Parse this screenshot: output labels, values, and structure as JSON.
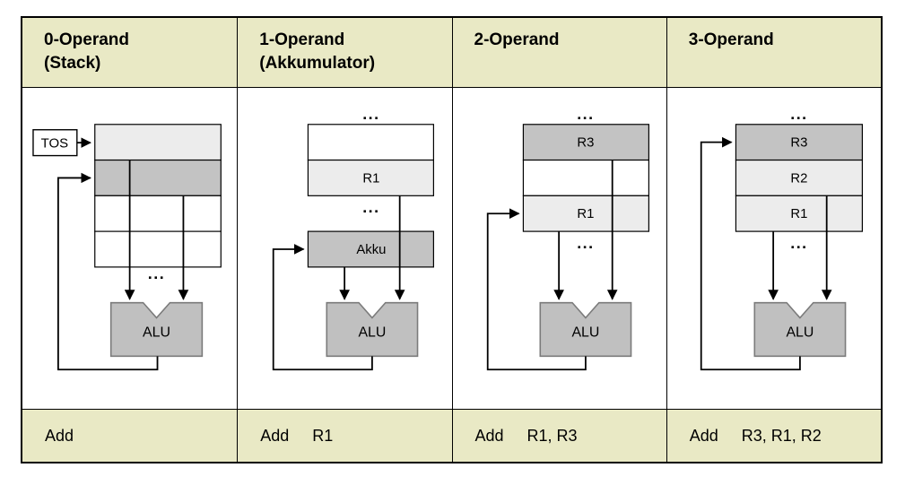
{
  "colors": {
    "header_bg": "#e9e9c5",
    "cell_light": "#ececec",
    "cell_dark": "#c3c3c3",
    "cell_white": "#ffffff",
    "alu_fill": "#c0c0c0",
    "alu_border": "#7b7b7b",
    "line": "#000000"
  },
  "table": {
    "columns": [
      {
        "header": [
          "0-Operand",
          "(Stack)"
        ],
        "instruction": {
          "opcode": "Add",
          "operands": ""
        },
        "diagram": {
          "tos": "TOS",
          "alu": "ALU",
          "dots_bottom": "...",
          "cells": [
            {
              "label": "",
              "shade": "light"
            },
            {
              "label": "",
              "shade": "dark"
            },
            {
              "label": "",
              "shade": "white"
            },
            {
              "label": "",
              "shade": "white"
            }
          ]
        }
      },
      {
        "header": [
          "1-Operand",
          "(Akkumulator)"
        ],
        "instruction": {
          "opcode": "Add",
          "operands": "R1"
        },
        "diagram": {
          "dots_top": "...",
          "dots_mid": "...",
          "akku": "Akku",
          "alu": "ALU",
          "cells": [
            {
              "label": "",
              "shade": "white"
            },
            {
              "label": "R1",
              "shade": "light"
            }
          ]
        }
      },
      {
        "header": [
          "2-Operand",
          ""
        ],
        "instruction": {
          "opcode": "Add",
          "operands": "R1, R3"
        },
        "diagram": {
          "dots_top": "...",
          "dots_mid": "...",
          "alu": "ALU",
          "cells": [
            {
              "label": "R3",
              "shade": "dark"
            },
            {
              "label": "",
              "shade": "white"
            },
            {
              "label": "R1",
              "shade": "light"
            }
          ]
        }
      },
      {
        "header": [
          "3-Operand",
          ""
        ],
        "instruction": {
          "opcode": "Add",
          "operands": "R3, R1, R2"
        },
        "diagram": {
          "dots_top": "...",
          "dots_mid": "...",
          "alu": "ALU",
          "cells": [
            {
              "label": "R3",
              "shade": "dark"
            },
            {
              "label": "R2",
              "shade": "light"
            },
            {
              "label": "R1",
              "shade": "light"
            }
          ]
        }
      }
    ]
  }
}
